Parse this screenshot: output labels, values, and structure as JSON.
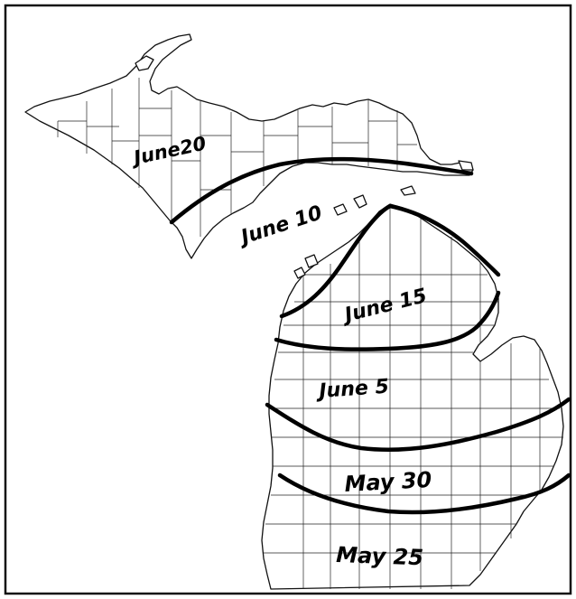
{
  "map": {
    "region": "Michigan",
    "labels": {
      "june20": "June20",
      "june10": "June 10",
      "june15": "June 15",
      "june5": "June 5",
      "may30": "May 30",
      "may25": "May 25"
    },
    "colors": {
      "ink": "#000000",
      "background": "#ffffff"
    }
  }
}
